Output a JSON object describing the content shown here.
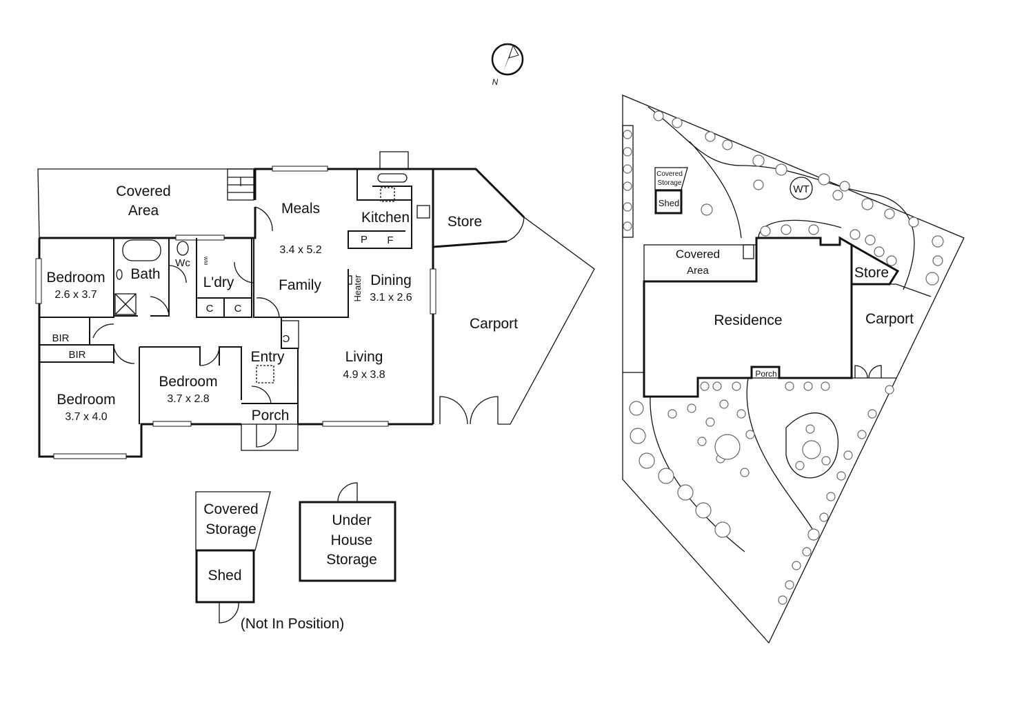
{
  "compass": {
    "label": "N"
  },
  "floor_plan": {
    "rooms": [
      {
        "id": "covered-area",
        "name_lines": [
          "Covered",
          "Area"
        ]
      },
      {
        "id": "meals",
        "name": "Meals",
        "dims": "3.4 x 5.2"
      },
      {
        "id": "kitchen",
        "name": "Kitchen"
      },
      {
        "id": "pantry",
        "name": "P"
      },
      {
        "id": "fridge",
        "name": "F"
      },
      {
        "id": "store",
        "name": "Store"
      },
      {
        "id": "bedroom-1",
        "name": "Bedroom",
        "dims": "2.6 x 3.7"
      },
      {
        "id": "bath",
        "name": "Bath"
      },
      {
        "id": "wc",
        "name": "Wc"
      },
      {
        "id": "laundry",
        "name": "L'dry"
      },
      {
        "id": "family",
        "name": "Family"
      },
      {
        "id": "dining",
        "name": "Dining",
        "dims": "3.1 x 2.6"
      },
      {
        "id": "heater",
        "name": "Heater"
      },
      {
        "id": "carport",
        "name": "Carport"
      },
      {
        "id": "bir-1",
        "name": "BIR"
      },
      {
        "id": "bir-2",
        "name": "BIR"
      },
      {
        "id": "bedroom-2",
        "name": "Bedroom",
        "dims": "3.7 x 4.0"
      },
      {
        "id": "bedroom-3",
        "name": "Bedroom",
        "dims": "3.7 x 2.8"
      },
      {
        "id": "entry",
        "name": "Entry"
      },
      {
        "id": "living",
        "name": "Living",
        "dims": "4.9 x 3.8"
      },
      {
        "id": "porch",
        "name": "Porch"
      },
      {
        "id": "cupboard-1",
        "name": "C"
      },
      {
        "id": "cupboard-2",
        "name": "C"
      },
      {
        "id": "cupboard-3",
        "name": "C"
      },
      {
        "id": "wm",
        "name": "WM"
      }
    ],
    "outbuildings": {
      "covered_storage_lines": [
        "Covered",
        "Storage"
      ],
      "shed": "Shed",
      "under_house_lines": [
        "Under",
        "House",
        "Storage"
      ],
      "note": "(Not In Position)"
    }
  },
  "site_plan": {
    "covered_storage_lines": [
      "Covered",
      "Storage"
    ],
    "shed": "Shed",
    "water_tank": "WT",
    "covered_area_lines": [
      "Covered",
      "Area"
    ],
    "store": "Store",
    "residence": "Residence",
    "carport": "Carport",
    "porch": "Porch"
  }
}
